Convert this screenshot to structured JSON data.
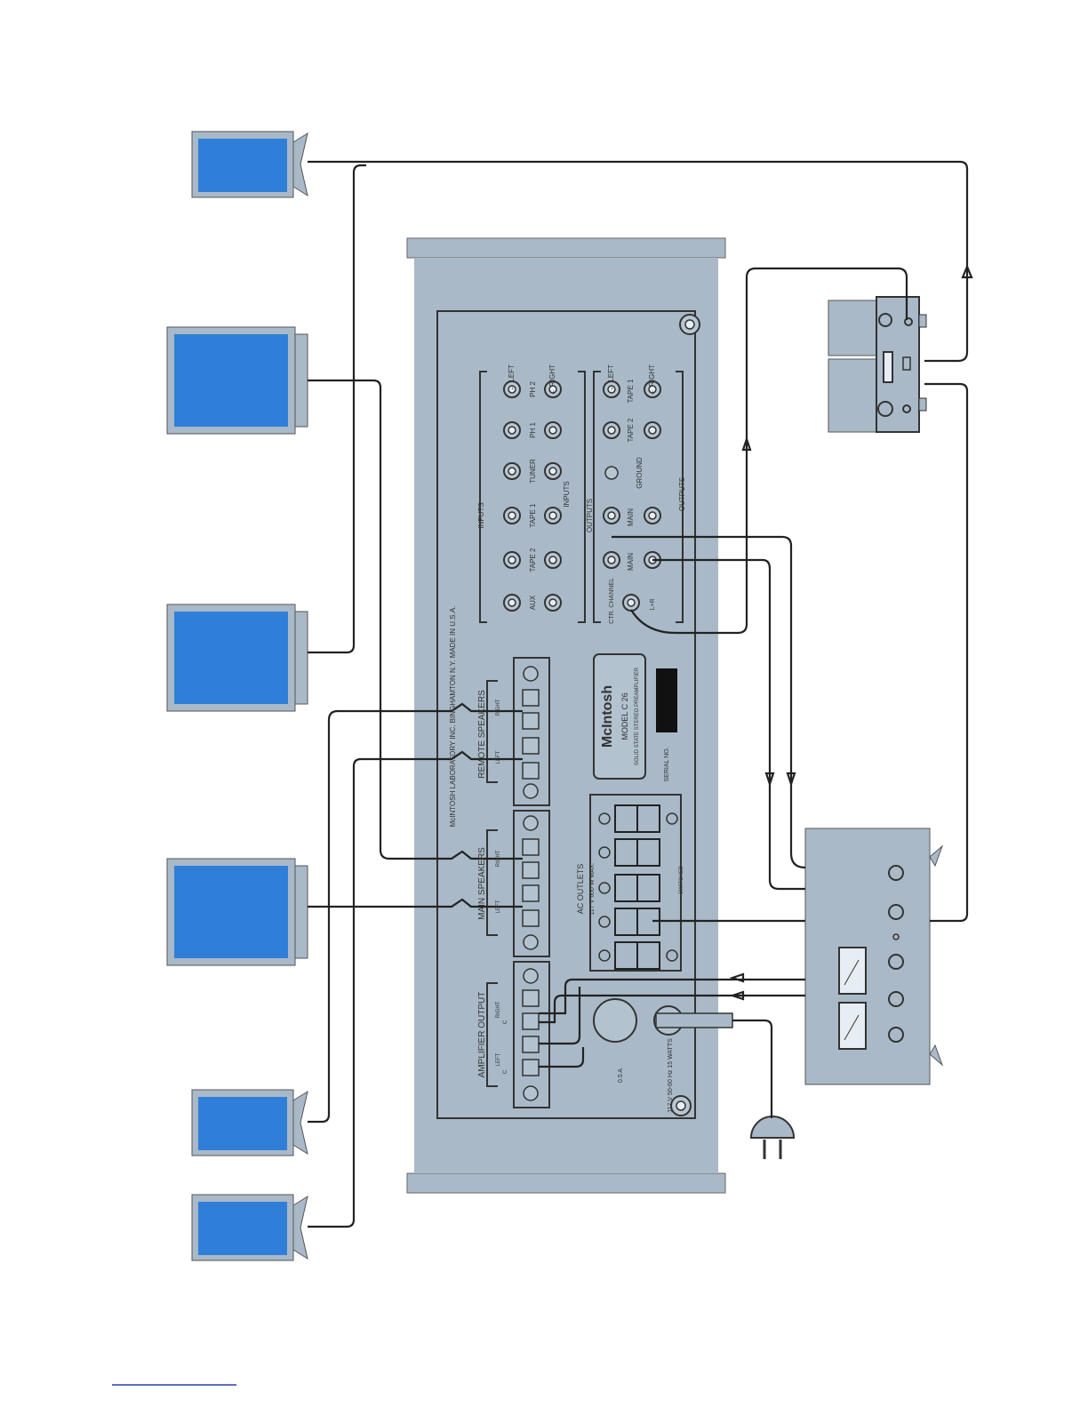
{
  "colors": {
    "panel": "#a9b9c7",
    "panel_dark": "#97a8b7",
    "speaker_screen": "#2f7fd9",
    "speaker_frame": "#a9b9c7",
    "wire": "#222222",
    "footer_rule": "#2b3fae"
  },
  "panel": {
    "manufacturer_line": "McINTOSH LABORATORY INC. BINGHAMTON N.Y. MADE IN U.S.A.",
    "brand": "McIntosh",
    "model": "MODEL C 26",
    "model_desc": "SOLID STATE STEREO PREAMPLIFIER",
    "serial": "SERIAL NO.",
    "inputs_header": "INPUTS",
    "inputs": [
      "AUX",
      "TAPE 2",
      "TAPE 1",
      "TUNER",
      "PH 1",
      "PH 2"
    ],
    "left_arrow": "← LEFT",
    "right_arrow": "← RIGHT",
    "outputs_header": "OUTPUTS",
    "outputs": [
      "CTR. CHANNEL",
      "MAIN",
      "MAIN",
      "GROUND",
      "TAPE 2",
      "TAPE 1"
    ],
    "ctr_sub": "L+R",
    "remote_speakers": "REMOTE SPEAKERS",
    "main_speakers": "MAIN SPEAKERS",
    "amplifier_output": "AMPLIFIER OUTPUT",
    "left": "LEFT",
    "right": "RIGHT",
    "c": "C",
    "ac_outlets": "AC OUTLETS",
    "ac_rating": "117 V 600 W MAX.",
    "switched": "SWITCHED",
    "fuse": "0.5 A",
    "power_rating": "117 V 50-60 Hz 15 WATTS"
  }
}
